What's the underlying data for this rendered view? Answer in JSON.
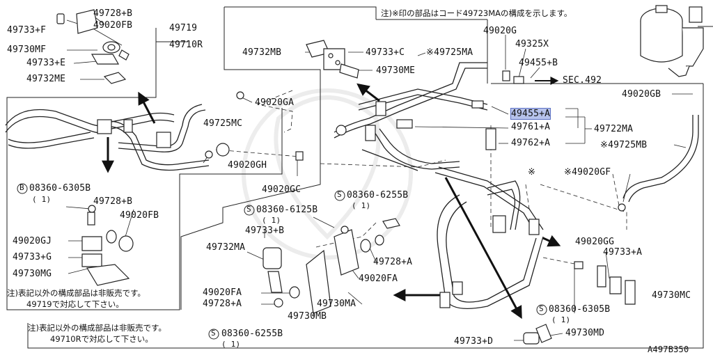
{
  "diagram_id": "A497B350",
  "notes": {
    "top_right": "注)※印の部品はコード49723MAの構成を示します。",
    "left_box_line1": "注)表記以外の構成部品は非販売です。",
    "left_box_line2": "49719で対応して下さい。",
    "bottom_line1": "注)表記以外の構成部品は非販売です。",
    "bottom_line2": "49710Rで対応して下さい。"
  },
  "labels": {
    "p49733F": "49733+F",
    "p49728B_top": "49728+B",
    "p49020FB_top": "49020FB",
    "p49730MF": "49730MF",
    "p49733E": "49733+E",
    "p49732ME": "49732ME",
    "p49719": "49719",
    "p49710R": "49710R",
    "p49732MB": "49732MB",
    "p49733C": "49733+C",
    "p49725MA": "※49725MA",
    "p49730ME": "49730ME",
    "p49020G": "49020G",
    "p49325X": "49325X",
    "p49455B": "49455+B",
    "sec492": "SEC.492",
    "p49020GB": "49020GB",
    "p49020GA": "49020GA",
    "p49455A": "49455+A",
    "p49761A": "49761+A",
    "p49722MA": "49722MA",
    "p49762A": "49762+A",
    "p49725MB": "※49725MB",
    "p49725MC": "49725MC",
    "p49020GH": "49020GH",
    "p49020GC": "49020GC",
    "bolt_08360_6305B_left": "08360-6305B",
    "qty1_a": "( 1)",
    "p49728B_left": "49728+B",
    "p49020FB_left": "49020FB",
    "p49020GJ": "49020GJ",
    "p49733G": "49733+G",
    "p49730MG": "49730MG",
    "bolt_08360_6255B_top": "08360-6255B",
    "qty1_b": "( 1)",
    "bolt_08360_6125B": "08360-6125B",
    "qty1_c": "( 1)",
    "p49733B": "49733+B",
    "p49732MA": "49732MA",
    "p49728A_right": "49728+A",
    "p49020FA_right": "49020FA",
    "p49020FA_left": "49020FA",
    "p49728A_left": "49728+A",
    "p49730MA": "49730MA",
    "p49730MB": "49730MB",
    "bolt_08360_6255B_bottom": "08360-6255B",
    "qty1_d": "( 1)",
    "asterisk_mark": "※",
    "p49020GF": "※49020GF",
    "p49020GG": "49020GG",
    "p49733A": "49733+A",
    "p49730MC": "49730MC",
    "bolt_08360_6305B_right": "08360-6305B",
    "qty1_e": "( 1)",
    "p49733D": "49733+D",
    "p49730MD": "49730MD",
    "circle_B": "B",
    "circle_S": "S"
  }
}
